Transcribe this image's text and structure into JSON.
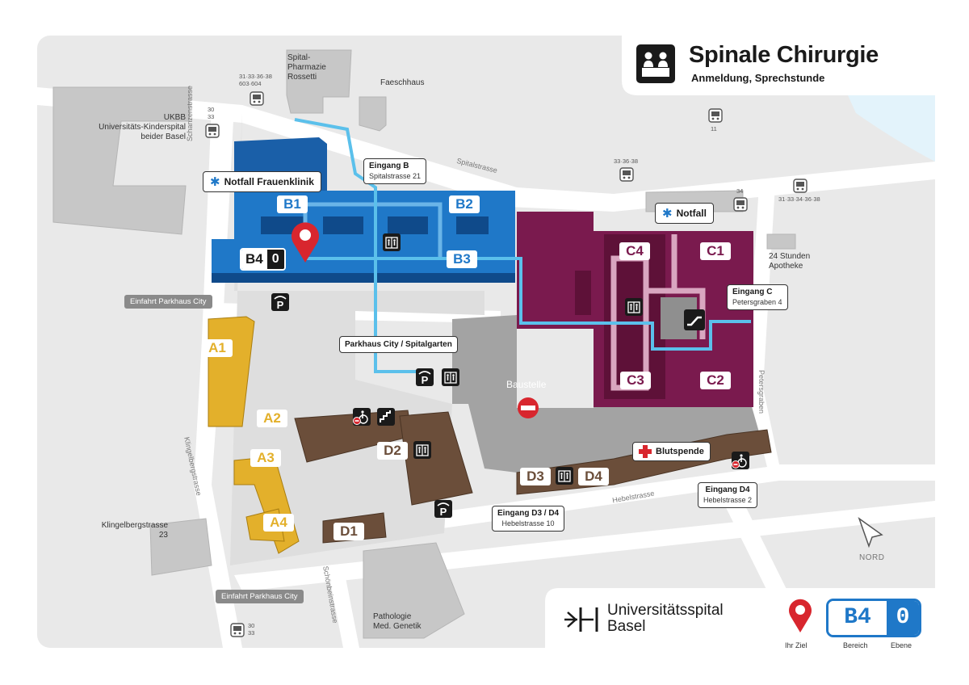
{
  "header": {
    "title": "Spinale Chirurgie",
    "subtitle": "Anmeldung, Sprechstunde",
    "icon": "reception-desk-icon"
  },
  "buildings": {
    "A1": "A1",
    "A2": "A2",
    "A3": "A3",
    "A4": "A4",
    "B1": "B1",
    "B2": "B2",
    "B3": "B3",
    "B4": "B4",
    "B4_level": "0",
    "C1": "C1",
    "C2": "C2",
    "C3": "C3",
    "C4": "C4",
    "D1": "D1",
    "D2": "D2",
    "D3": "D3",
    "D4": "D4"
  },
  "places": {
    "spitalpharmazie": [
      "Spital-",
      "Pharmazie",
      "Rossetti"
    ],
    "faeschhaus": "Faeschhaus",
    "ukbb": [
      "UKBB",
      "Universitäts-Kinderspital",
      "beider Basel"
    ],
    "apotheke": [
      "24 Stunden",
      "Apotheke"
    ],
    "klingelbergstrasse23": [
      "Klingelbergstrasse",
      "23"
    ],
    "pathologie": [
      "Pathologie",
      "Med. Genetik"
    ],
    "baustelle": "Baustelle"
  },
  "streets": {
    "spitalstrasse": "Spitalstrasse",
    "schanzenstrasse": "Schanzenstrasse",
    "klingelbergstrasse": "Klingelbergstrasse",
    "schoenbeinstrasse": "Schönbeinstrasse",
    "hebelstrasse": "Hebelstrasse",
    "petersgraben": "Petersgraben"
  },
  "callouts": {
    "notfall_frauenklinik": "Notfall Frauenklinik",
    "notfall": "Notfall",
    "eingang_b": [
      "Eingang B",
      "Spitalstrasse 21"
    ],
    "eingang_c": [
      "Eingang C",
      "Petersgraben 4"
    ],
    "parkhaus_city_spitalgarten": "Parkhaus City / Spitalgarten",
    "einfahrt_parkhaus_city_1": "Einfahrt Parkhaus City",
    "einfahrt_parkhaus_city_2": "Einfahrt Parkhaus City",
    "blutspende": "Blutspende",
    "eingang_d3_d4": [
      "Eingang D3 / D4",
      "Hebelstrasse 10"
    ],
    "eingang_d4": [
      "Eingang D4",
      "Hebelstrasse 2"
    ]
  },
  "stops": {
    "stop_1": [
      "31·33·36·38",
      "603·604"
    ],
    "stop_2": [
      "30",
      "33"
    ],
    "stop_3": [
      "11"
    ],
    "stop_4": [
      "33·36·38"
    ],
    "stop_5": [
      "34"
    ],
    "stop_6": [
      "31·33·34·36·38"
    ],
    "stop_7": [
      "30",
      "33"
    ]
  },
  "compass": {
    "label": "NORD"
  },
  "footer": {
    "logo_text": [
      "Universitätsspital",
      "Basel"
    ],
    "goal_label": "Ihr Ziel",
    "area_value": "B4",
    "level_value": "0",
    "area_label": "Bereich",
    "level_label": "Ebene"
  },
  "colors": {
    "b_area": "#1f78c8",
    "c_area": "#7a1a4e",
    "a_area": "#e3b02b",
    "d_area": "#6b4e3a",
    "route": "#5bc0eb",
    "pin": "#d8262e",
    "water": "#e3f3fb"
  }
}
